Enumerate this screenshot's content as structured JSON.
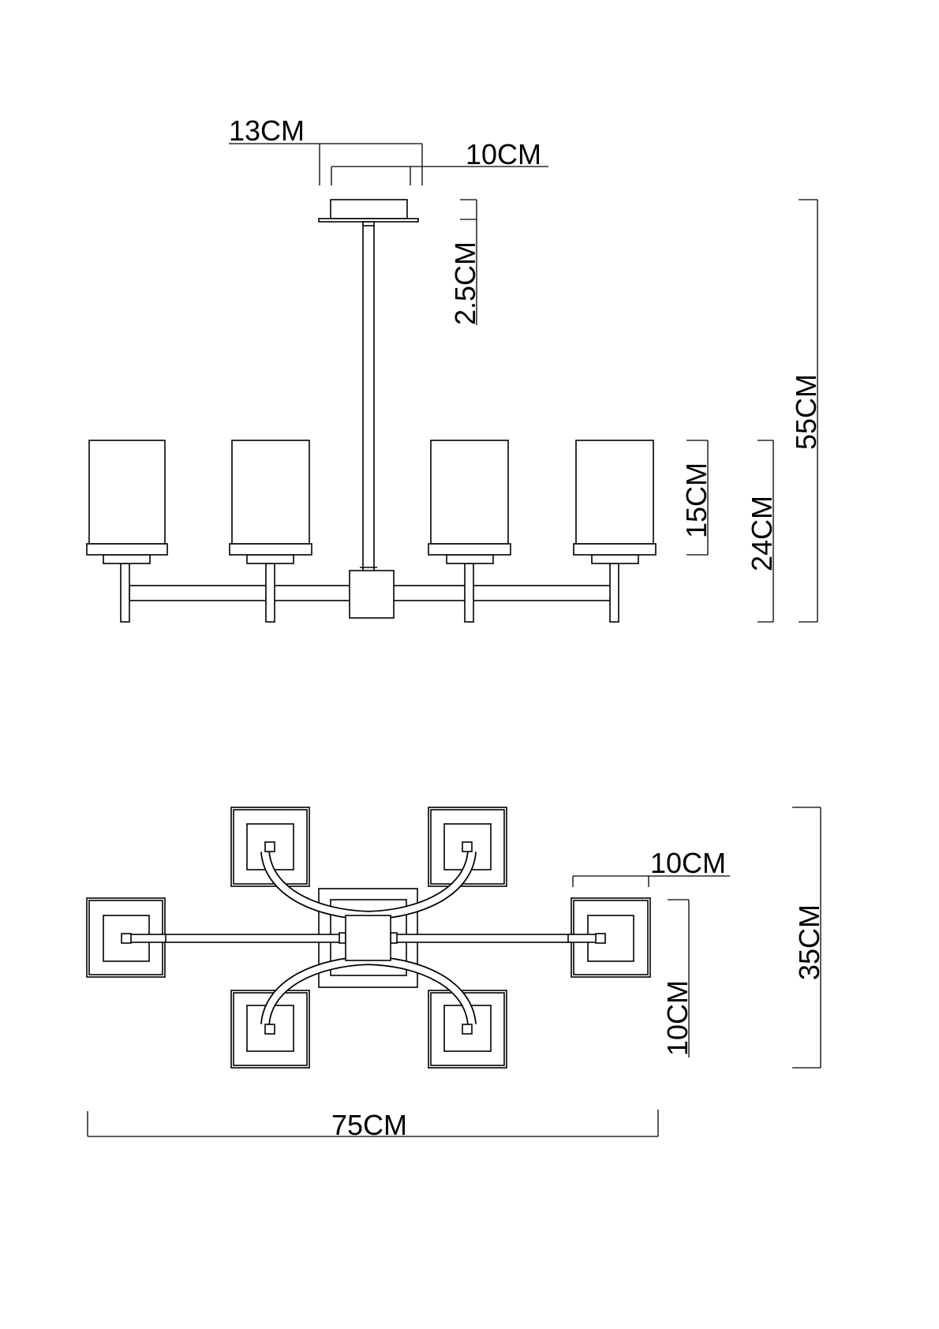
{
  "drawing": {
    "title": "Chandelier dimension drawing",
    "line_color": "#000000",
    "background": "#ffffff"
  },
  "side_view": {
    "canopy_outer_width": "13CM",
    "canopy_inner_width": "10CM",
    "canopy_height": "2.5CM",
    "shade_height": "15CM",
    "body_height": "24CM",
    "total_height": "55CM",
    "shade_count": 4
  },
  "top_view": {
    "shade_width": "10CM",
    "shade_depth": "10CM",
    "total_depth": "35CM",
    "total_width": "75CM",
    "shade_count": 6
  }
}
